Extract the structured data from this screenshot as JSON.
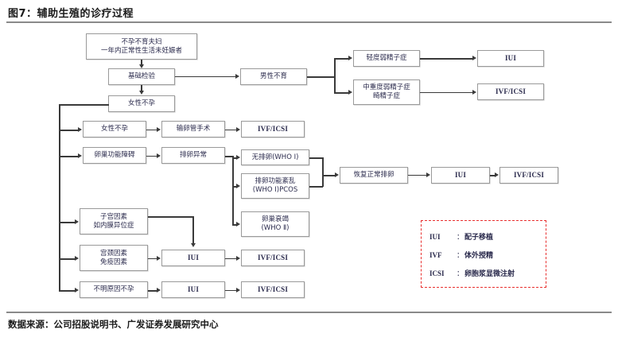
{
  "figure": {
    "title": "图7：辅助生殖的诊疗过程",
    "source": "数据来源：公司招股说明书、广发证券发展研究中心"
  },
  "nodes": {
    "couple": "不孕不育夫妇\n一年内正常性生活未妊娠者",
    "basic_exam": "基础检验",
    "male_infertility": "男性不育",
    "female_infertility_top": "女性不孕",
    "mild_oligospermia": "轻度弱精子症",
    "severe_oligospermia": "中重度弱精子症\n畸精子症",
    "iui_male_1": "IUI",
    "ivficsi_male_1": "IVF/ICSI",
    "female_infertility_branch": "女性不孕",
    "tubal_surgery": "输卵管手术",
    "ivficsi_tubal": "IVF/ICSI",
    "ovarian_dysfunction": "卵巢功能障碍",
    "ovulation_abnormal": "排卵异常",
    "anovulation": "无排卵(WHO Ⅰ)",
    "ovulation_disorder": "排卵功能紊乱\n(WHO Ⅰ)PCOS",
    "ovarian_failure": "卵巢衰竭\n(WHO Ⅱ)",
    "restore_ovulation": "恢复正常排卵",
    "iui_restore": "IUI",
    "ivficsi_restore": "IVF/ICSI",
    "uterine_factor": "子宫因素\n如内膜异位症",
    "cervical_factor": "宫颈因素\n免疫因素",
    "iui_cervical": "IUI",
    "ivficsi_cervical": "IVF/ICSI",
    "unexplained": "不明原因不孕",
    "iui_unexplained": "IUI",
    "ivficsi_unexplained": "IVF/ICSI"
  },
  "legend": {
    "rows": [
      {
        "key": "IUI",
        "sep": "：",
        "value": "配子移植"
      },
      {
        "key": "IVF",
        "sep": "：",
        "value": "体外授精"
      },
      {
        "key": "ICSI",
        "sep": "：",
        "value": "卵胞浆显微注射"
      }
    ],
    "border_color": "#e8302f"
  },
  "colors": {
    "box_border": "#9a9a9a",
    "text": "#2b2b4d",
    "connector": "#3a3a3a",
    "rule": "#8a8a8a"
  }
}
